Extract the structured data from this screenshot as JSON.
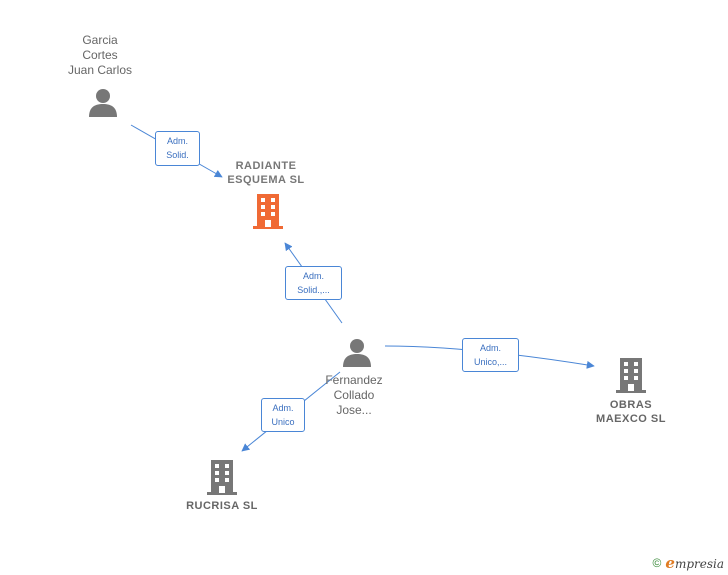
{
  "nodes": {
    "garcia": {
      "lines": [
        "Garcia",
        "Cortes",
        "Juan Carlos"
      ],
      "type": "person",
      "icon": "person-icon"
    },
    "radiante": {
      "lines": [
        "RADIANTE",
        "ESQUEMA  SL"
      ],
      "type": "company",
      "icon": "building-icon",
      "highlight": true
    },
    "fernandez": {
      "lines": [
        "Fernandez",
        "Collado",
        "Jose..."
      ],
      "type": "person",
      "icon": "person-icon"
    },
    "obras": {
      "lines": [
        "OBRAS",
        "MAEXCO  SL"
      ],
      "type": "company",
      "icon": "building-icon"
    },
    "rucrisa": {
      "lines": [
        "RUCRISA  SL"
      ],
      "type": "company",
      "icon": "building-icon"
    }
  },
  "edges": [
    {
      "from": "garcia",
      "to": "radiante",
      "label": [
        "Adm.",
        "Solid."
      ]
    },
    {
      "from": "fernandez",
      "to": "radiante",
      "label": [
        "Adm.",
        "Solid.,..."
      ]
    },
    {
      "from": "fernandez",
      "to": "obras",
      "label": [
        "Adm.",
        "Unico,..."
      ]
    },
    {
      "from": "fernandez",
      "to": "rucrisa",
      "label": [
        "Adm.",
        "Unico"
      ]
    }
  ],
  "colors": {
    "edge": "#4a86d6",
    "person_icon": "#777777",
    "company_icon": "#777777",
    "company_highlight": "#f06a35"
  },
  "footer": {
    "copyright": "©",
    "brand_initial": "e",
    "brand_rest": "mpresia"
  }
}
